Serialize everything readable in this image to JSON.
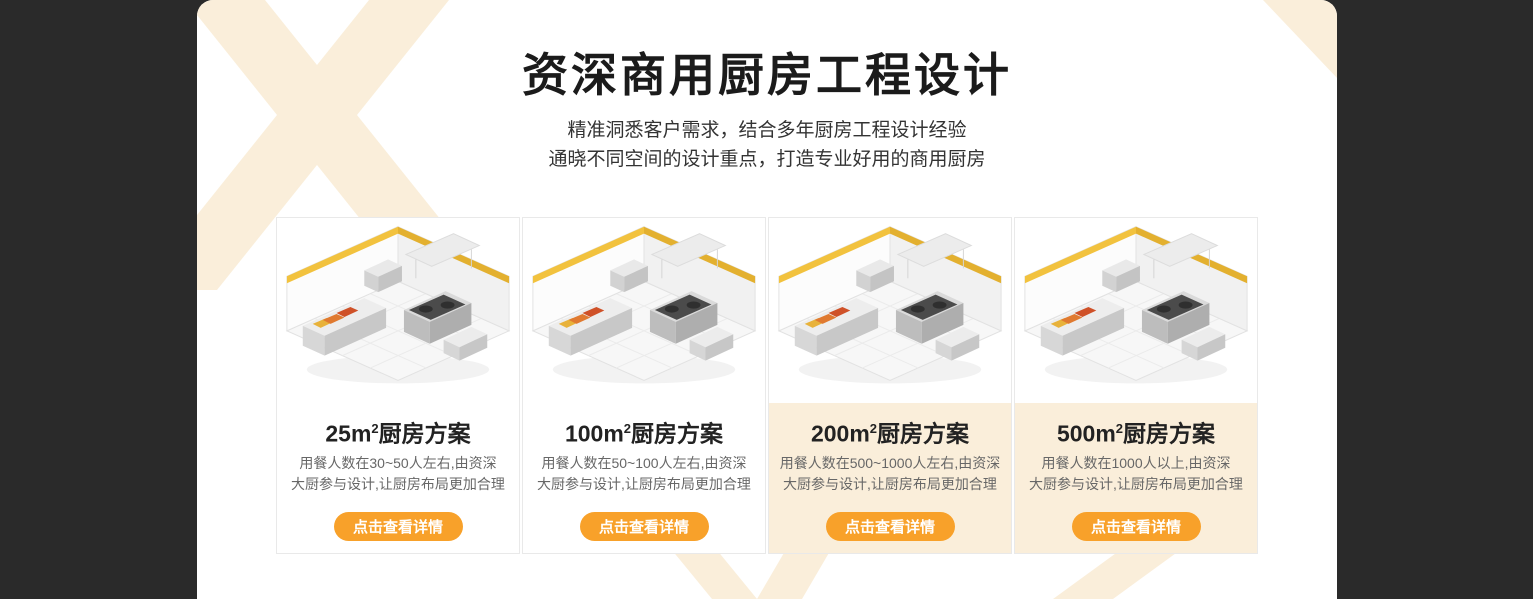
{
  "header": {
    "title": "资深商用厨房工程设计",
    "subtitle_line1": "精准洞悉客户需求，结合多年厨房工程设计经验",
    "subtitle_line2": "通晓不同空间的设计重点，打造专业好用的商用厨房"
  },
  "cards": [
    {
      "title_prefix": "25m",
      "title_sup": "2",
      "title_suffix": "厨房方案",
      "desc_line1": "用餐人数在30~50人左右,由资深",
      "desc_line2": "大厨参与设计,让厨房布局更加合理",
      "button_label": "点击查看详情",
      "image_name": "isometric-kitchen-render-25sqm"
    },
    {
      "title_prefix": "100m",
      "title_sup": "2",
      "title_suffix": "厨房方案",
      "desc_line1": "用餐人数在50~100人左右,由资深",
      "desc_line2": "大厨参与设计,让厨房布局更加合理",
      "button_label": "点击查看详情",
      "image_name": "isometric-kitchen-render-100sqm"
    },
    {
      "title_prefix": "200m",
      "title_sup": "2",
      "title_suffix": "厨房方案",
      "desc_line1": "用餐人数在500~1000人左右,由资深",
      "desc_line2": "大厨参与设计,让厨房布局更加合理",
      "button_label": "点击查看详情",
      "image_name": "isometric-kitchen-render-200sqm"
    },
    {
      "title_prefix": "500m",
      "title_sup": "2",
      "title_suffix": "厨房方案",
      "desc_line1": "用餐人数在1000人以上,由资深",
      "desc_line2": "大厨参与设计,让厨房布局更加合理",
      "button_label": "点击查看详情",
      "image_name": "isometric-kitchen-render-500sqm"
    }
  ],
  "colors": {
    "accent_orange": "#F8A12A",
    "background_dark": "#2A2A2A",
    "panel_white": "#FFFFFF",
    "decor_cream": "#FAEEDA",
    "title_text": "#1B1B1B"
  }
}
